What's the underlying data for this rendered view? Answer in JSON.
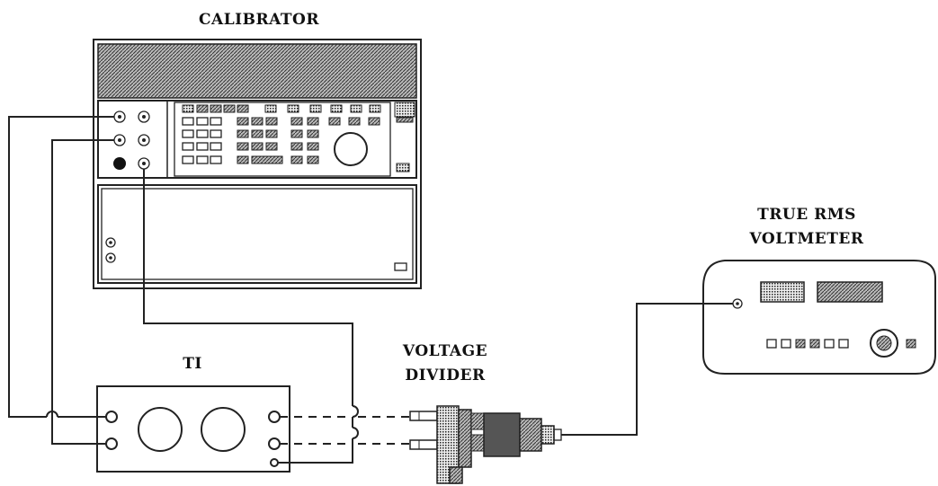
{
  "labels": {
    "calibrator": "CALIBRATOR",
    "voltmeter_line1": "TRUE RMS",
    "voltmeter_line2": "VOLTMETER",
    "divider_line1": "VOLTAGE",
    "divider_line2": "DIVIDER",
    "ti": "TI"
  },
  "colors": {
    "ink": "#222222",
    "background": "#ffffff"
  },
  "icons": [
    "hatched-panel",
    "binding-post",
    "rotary-knob",
    "banana-plug",
    "bnc-connector"
  ]
}
